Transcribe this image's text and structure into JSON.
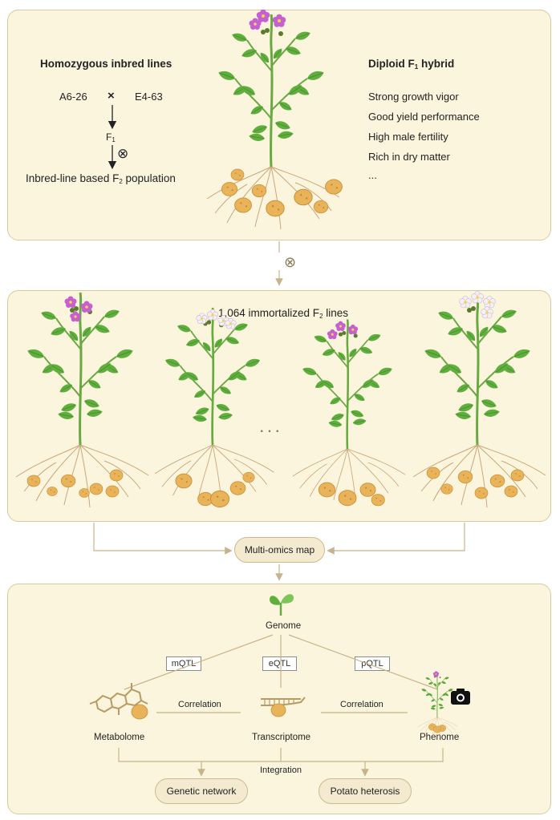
{
  "top": {
    "left_heading": "Homozygous inbred lines",
    "parent_a": "A6-26",
    "cross_symbol": "×",
    "parent_b": "E4-63",
    "f1_base": "F",
    "f1_sub": "1",
    "selfing_symbol": "⊗",
    "f2_text_before": "Inbred-line based F",
    "f2_sub": "2",
    "f2_text_after": " population",
    "right_heading_before": "Diploid F",
    "right_heading_sub": "1",
    "right_heading_after": " hybrid",
    "traits": [
      "Strong growth vigor",
      "Good yield performance",
      "High male fertility",
      "Rich in dry matter",
      "..."
    ]
  },
  "between_symbol": "⊗",
  "middle": {
    "title_before": "1,064 immortalized F",
    "title_sub": "2",
    "title_after": " lines",
    "ellipsis": "· · ·"
  },
  "multiomics_label": "Multi-omics map",
  "bottom": {
    "genome": "Genome",
    "mqtl": "mQTL",
    "eqtl": "eQTL",
    "pqtl": "pQTL",
    "correlation_left": "Correlation",
    "correlation_right": "Correlation",
    "metabolome": "Metabolome",
    "transcriptome": "Transcriptome",
    "phenome": "Phenome",
    "integration": "Integration",
    "genetic_network": "Genetic network",
    "potato_heterosis": "Potato heterosis"
  },
  "colors": {
    "panel_bg": "#fcf5dd",
    "panel_border": "#d9c9a0",
    "connector": "#c7b48a",
    "leaf": "#5fae3e",
    "flower_purple": "#c65fcf",
    "tuber": "#e9b35a"
  },
  "icons": [
    "seedling-icon",
    "camera-icon",
    "metabolite-structure-icon",
    "rna-strand-icon"
  ]
}
